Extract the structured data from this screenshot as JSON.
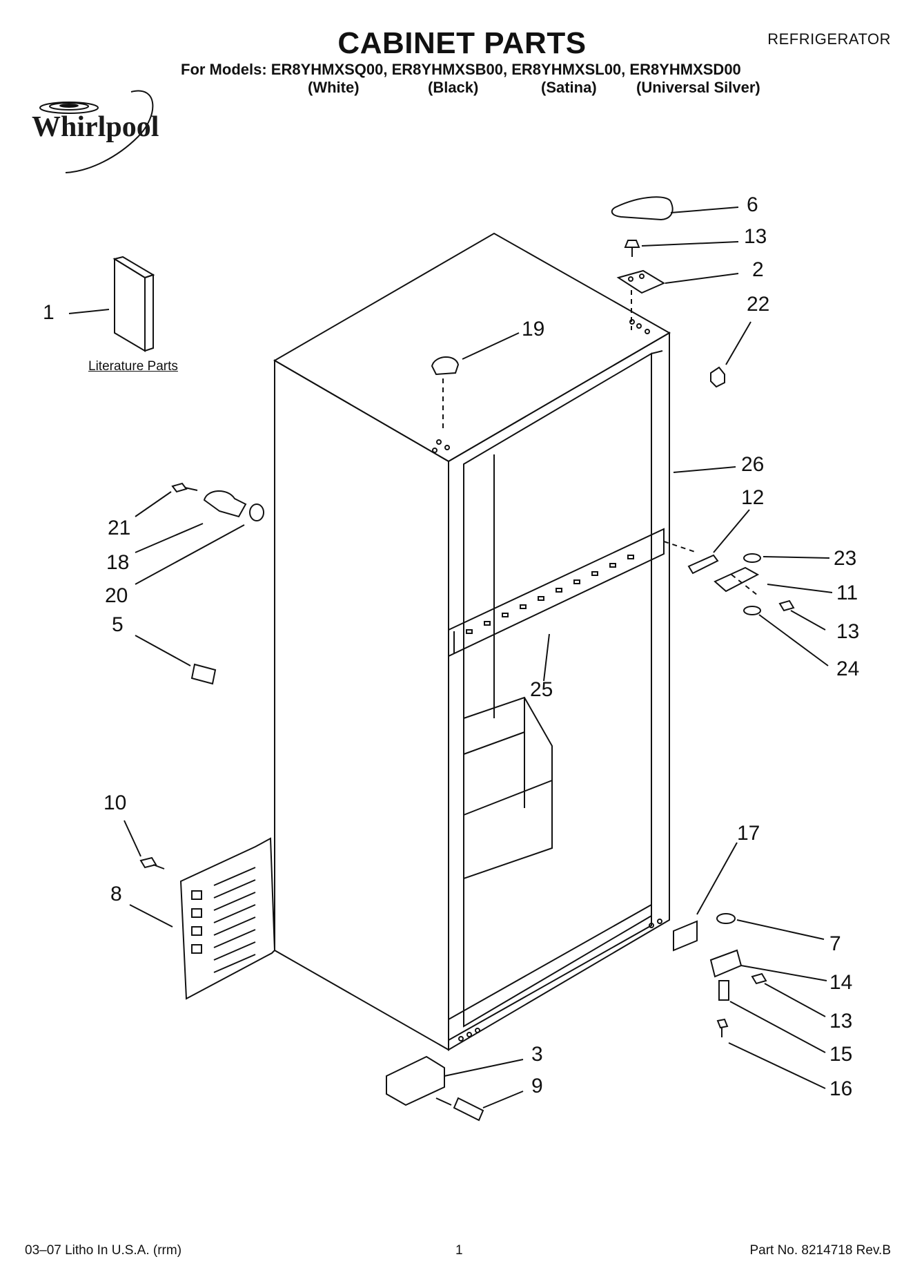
{
  "header": {
    "title": "CABINET PARTS",
    "category": "REFRIGERATOR",
    "models_line": "For Models: ER8YHMXSQ00, ER8YHMXSB00, ER8YHMXSL00, ER8YHMXSD00",
    "colors": [
      "(White)",
      "(Black)",
      "(Satina)",
      "(Universal Silver)"
    ]
  },
  "brand": {
    "name": "Whirlpool"
  },
  "literature_label": "Literature Parts",
  "callouts": [
    "6",
    "13",
    "2",
    "22",
    "1",
    "19",
    "26",
    "12",
    "23",
    "11",
    "13",
    "24",
    "21",
    "18",
    "20",
    "5",
    "25",
    "10",
    "17",
    "8",
    "7",
    "14",
    "13",
    "15",
    "16",
    "3",
    "9"
  ],
  "footer": {
    "left": "03–07 Litho In U.S.A. (rrm)",
    "page": "1",
    "part_no": "Part No. 8214718 Rev.B"
  }
}
